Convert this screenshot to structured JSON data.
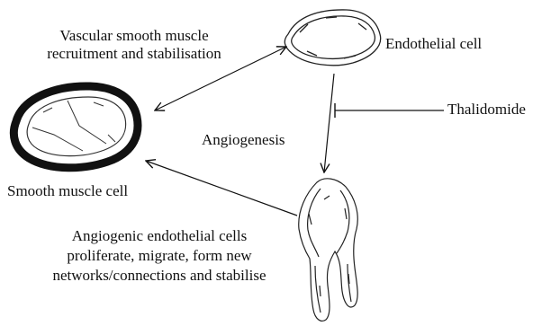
{
  "labels": {
    "vsm_line1": "Vascular smooth muscle",
    "vsm_line2": "recruitment and stabilisation",
    "endothelial_cell": "Endothelial cell",
    "thalidomide": "Thalidomide",
    "angiogenesis": "Angiogenesis",
    "smooth_muscle_cell": "Smooth muscle cell",
    "angio_line1": "Angiogenic endothelial cells",
    "angio_line2": "proliferate, migrate, form new",
    "angio_line3": "networks/connections and stabilise"
  },
  "colors": {
    "ink": "#111111",
    "background": "#ffffff"
  }
}
